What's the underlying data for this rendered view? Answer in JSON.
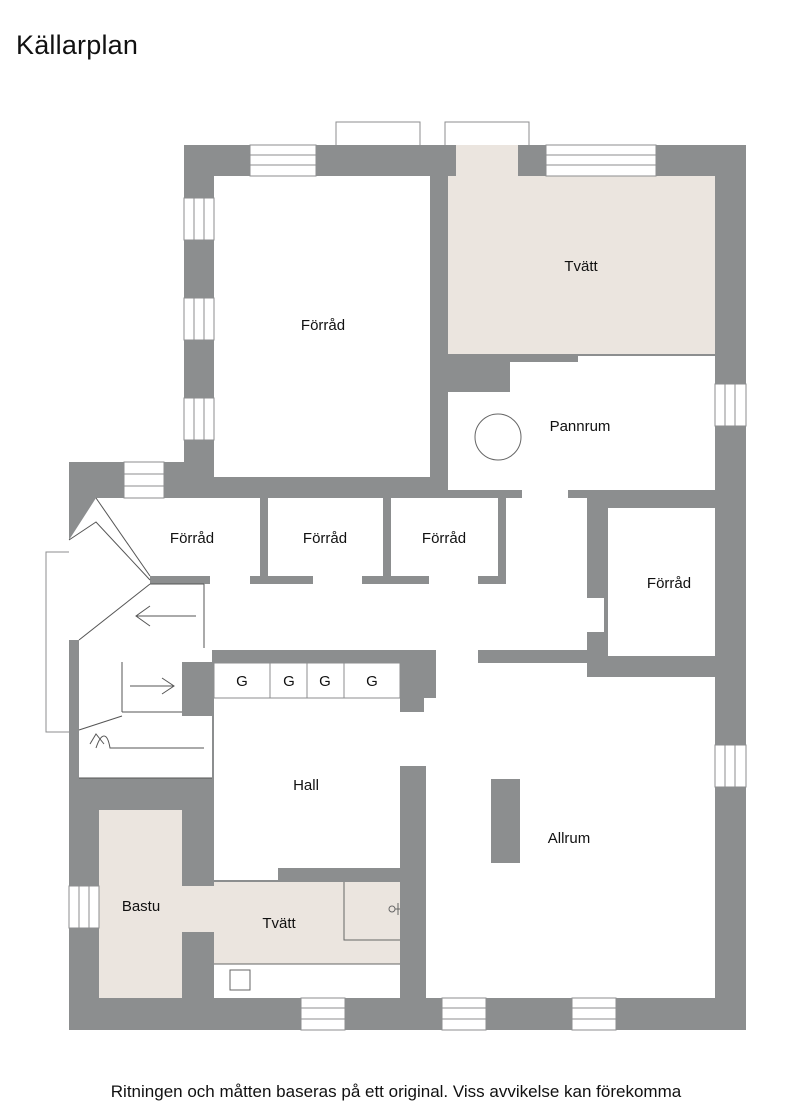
{
  "title": "Källarplan",
  "footer": "Ritningen och måtten baseras på ett original. Viss avvikelse kan förekomma",
  "colors": {
    "wall": "#8c8e8f",
    "floor": "#ffffff",
    "wet_room": "#ebe5df",
    "line": "#555555"
  },
  "rooms": {
    "forrad_large": "Förråd",
    "tvatt_large": "Tvätt",
    "pannrum": "Pannrum",
    "forrad_1": "Förråd",
    "forrad_2": "Förråd",
    "forrad_3": "Förråd",
    "forrad_right": "Förråd",
    "hall": "Hall",
    "allrum": "Allrum",
    "bastu": "Bastu",
    "tvatt_small": "Tvätt"
  },
  "closets": [
    "G",
    "G",
    "G",
    "G"
  ]
}
